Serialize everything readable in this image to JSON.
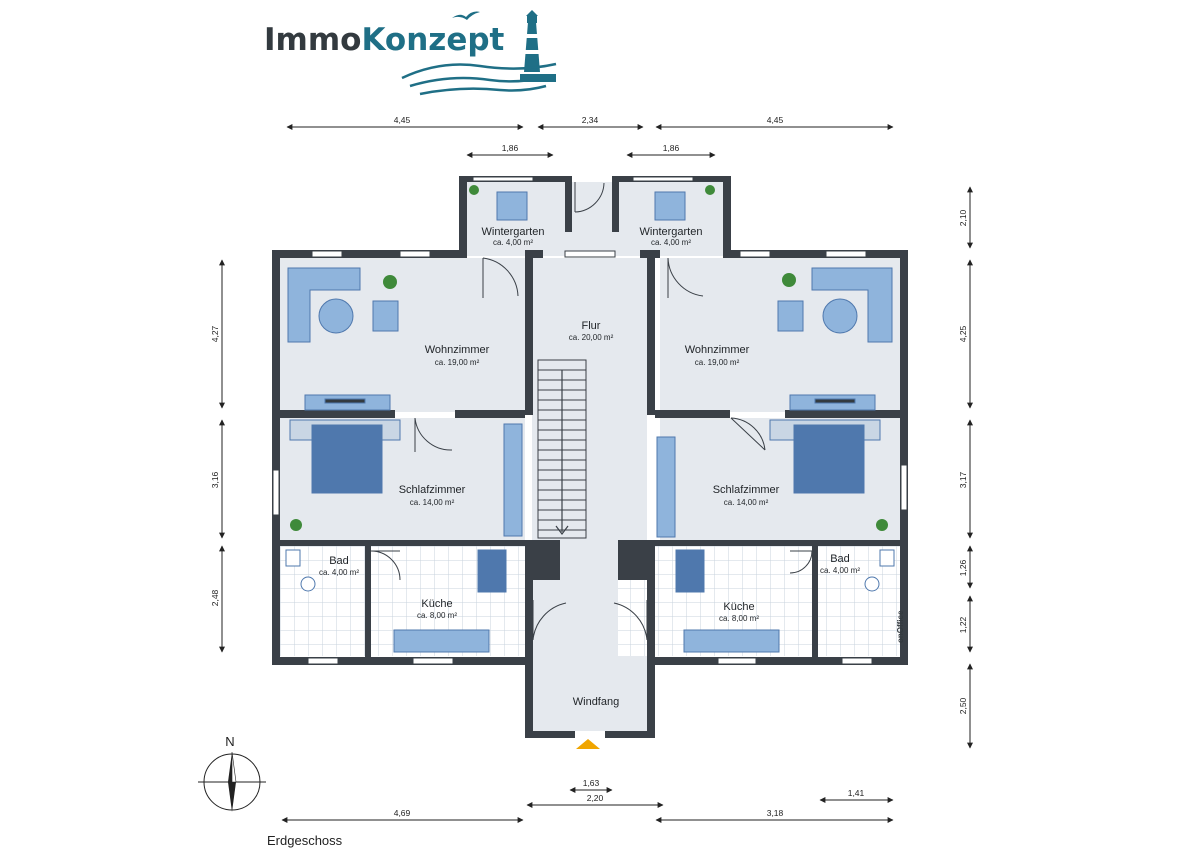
{
  "logo": {
    "part1": "Immo",
    "part2": "Konzept"
  },
  "colors": {
    "wall": "#3a4047",
    "floor": "#e5e9ee",
    "furniture": "#8fb4dc",
    "furniture_dark": "#4f78ad",
    "tile_line": "#c8d3de",
    "logo_dark": "#333a3f",
    "logo_teal": "#1f6f86"
  },
  "rooms": {
    "wintergarten_left": {
      "name": "Wintergarten",
      "area": "ca. 4,00 m²"
    },
    "wintergarten_right": {
      "name": "Wintergarten",
      "area": "ca. 4,00 m²"
    },
    "flur": {
      "name": "Flur",
      "area": "ca. 20,00 m²"
    },
    "wohnzimmer_left": {
      "name": "Wohnzimmer",
      "area": "ca. 19,00 m²"
    },
    "wohnzimmer_right": {
      "name": "Wohnzimmer",
      "area": "ca. 19,00 m²"
    },
    "schlafzimmer_left": {
      "name": "Schlafzimmer",
      "area": "ca. 14,00 m²"
    },
    "schlafzimmer_right": {
      "name": "Schlafzimmer",
      "area": "ca. 14,00 m²"
    },
    "bad_left": {
      "name": "Bad",
      "area": "ca. 4,00 m²"
    },
    "bad_right": {
      "name": "Bad",
      "area": "ca. 4,00 m²"
    },
    "kueche_left": {
      "name": "Küche",
      "area": "ca. 8,00 m²"
    },
    "kueche_right": {
      "name": "Küche",
      "area": "ca. 8,00 m²"
    },
    "windfang": {
      "name": "Windfang"
    }
  },
  "dimensions": {
    "top_left": "4,45",
    "top_middle": "2,34",
    "top_right": "4,45",
    "winter_left": "1,86",
    "winter_right": "1,86",
    "left_1": "4,27",
    "left_2": "3,16",
    "left_3": "2,48",
    "right_1": "2,10",
    "right_2": "4,25",
    "right_3": "3,17",
    "right_4": "1,26",
    "right_5": "1,22",
    "right_6": "2,50",
    "bottom_door": "1,63",
    "bottom_middle": "2,20",
    "bottom_left": "4,69",
    "bottom_right": "3,18",
    "bottom_right_small": "1,41"
  },
  "compass": {
    "north": "N"
  },
  "floor_label": "Erdgeschoss",
  "watermark": "onOffice"
}
